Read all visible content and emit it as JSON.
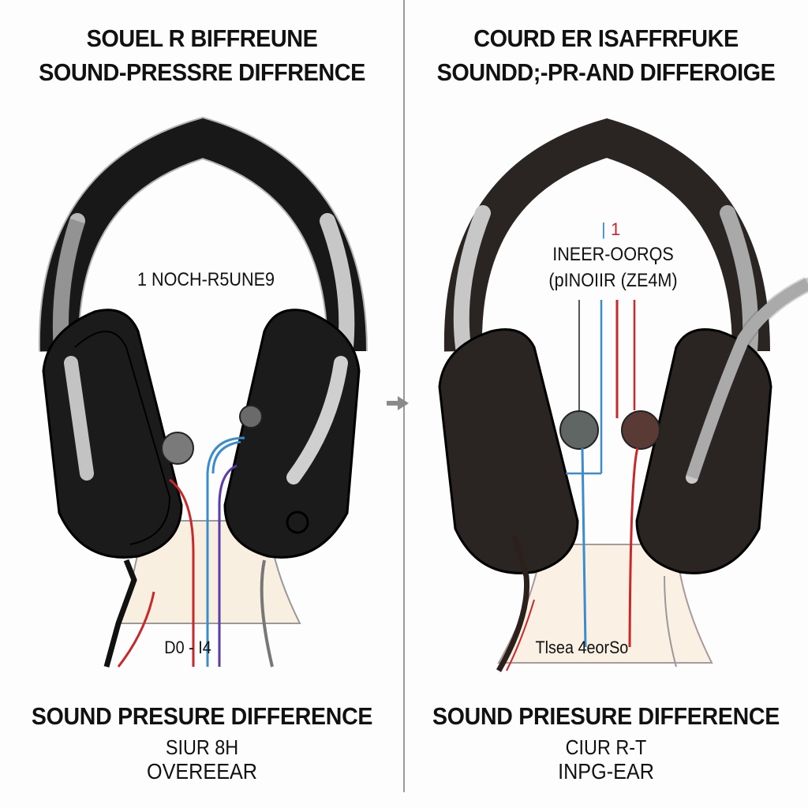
{
  "colors": {
    "background": "#fdfdfd",
    "divider": "#9a9a9a",
    "earcup": "#1e1e1e",
    "earcup_right": "#2a2422",
    "band_metal": "#b8b8b8",
    "skin": "#f8efe0",
    "wire_red": "#c8282a",
    "wire_blue": "#3c8ccc",
    "wire_purple": "#5a3ca8",
    "mic_gray": "#5f6664",
    "mic_brown": "#5a3a34"
  },
  "left_panel": {
    "title_line1": "SOUEL R BIFFREUNE",
    "title_line2": "SOUND-PRESSRE DIFFRENCE",
    "inner_label": "1 NOCH-R5UNE9",
    "bottom_label": "D0 - I4",
    "footer_title": "SOUND PRESURE DIFFERENCE",
    "footer_sub1": "SIUR 8H",
    "footer_sub2": "OVEREEAR",
    "icons": [
      "headphones-overear-illustration",
      "ear-microphone-left",
      "wire-red",
      "wire-blue",
      "wire-purple",
      "audio-jack-port"
    ]
  },
  "right_panel": {
    "title_line1": "COURD ER ISAFFRFUKE",
    "title_line2": "SOUNDD;-PR-AND DIFFEROIGE",
    "marker_top_blue": "|",
    "marker_top_red": "1",
    "inner_label_line1": "INEER-OORϘS",
    "inner_label_line2": "(pINOIIR (ZE4M)",
    "bottom_label": "Tlsea 4eorSo",
    "footer_title": "SOUND PRIESURE DIFFERENCE",
    "footer_sub1": "CIUR R-T",
    "footer_sub2": "INPG-EAR",
    "icons": [
      "headphones-inear-illustration",
      "mic-gray",
      "mic-brown",
      "boom-arm",
      "wire-red",
      "wire-blue"
    ]
  },
  "divider": {
    "arrow_icon": "arrow-right-icon"
  }
}
